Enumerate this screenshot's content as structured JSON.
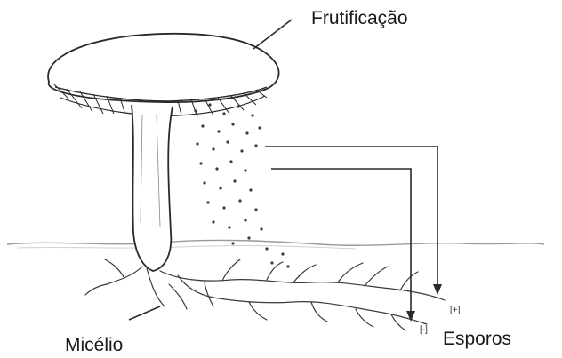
{
  "labels": {
    "fruiting_body": "Frutificação",
    "mycelium": "Micélio",
    "spores": "Esporos"
  },
  "spore_markers": [
    "[+]",
    "[-]"
  ],
  "colors": {
    "ink": "#2a2a2a",
    "background": "#ffffff",
    "label": "#1a1a1a"
  }
}
